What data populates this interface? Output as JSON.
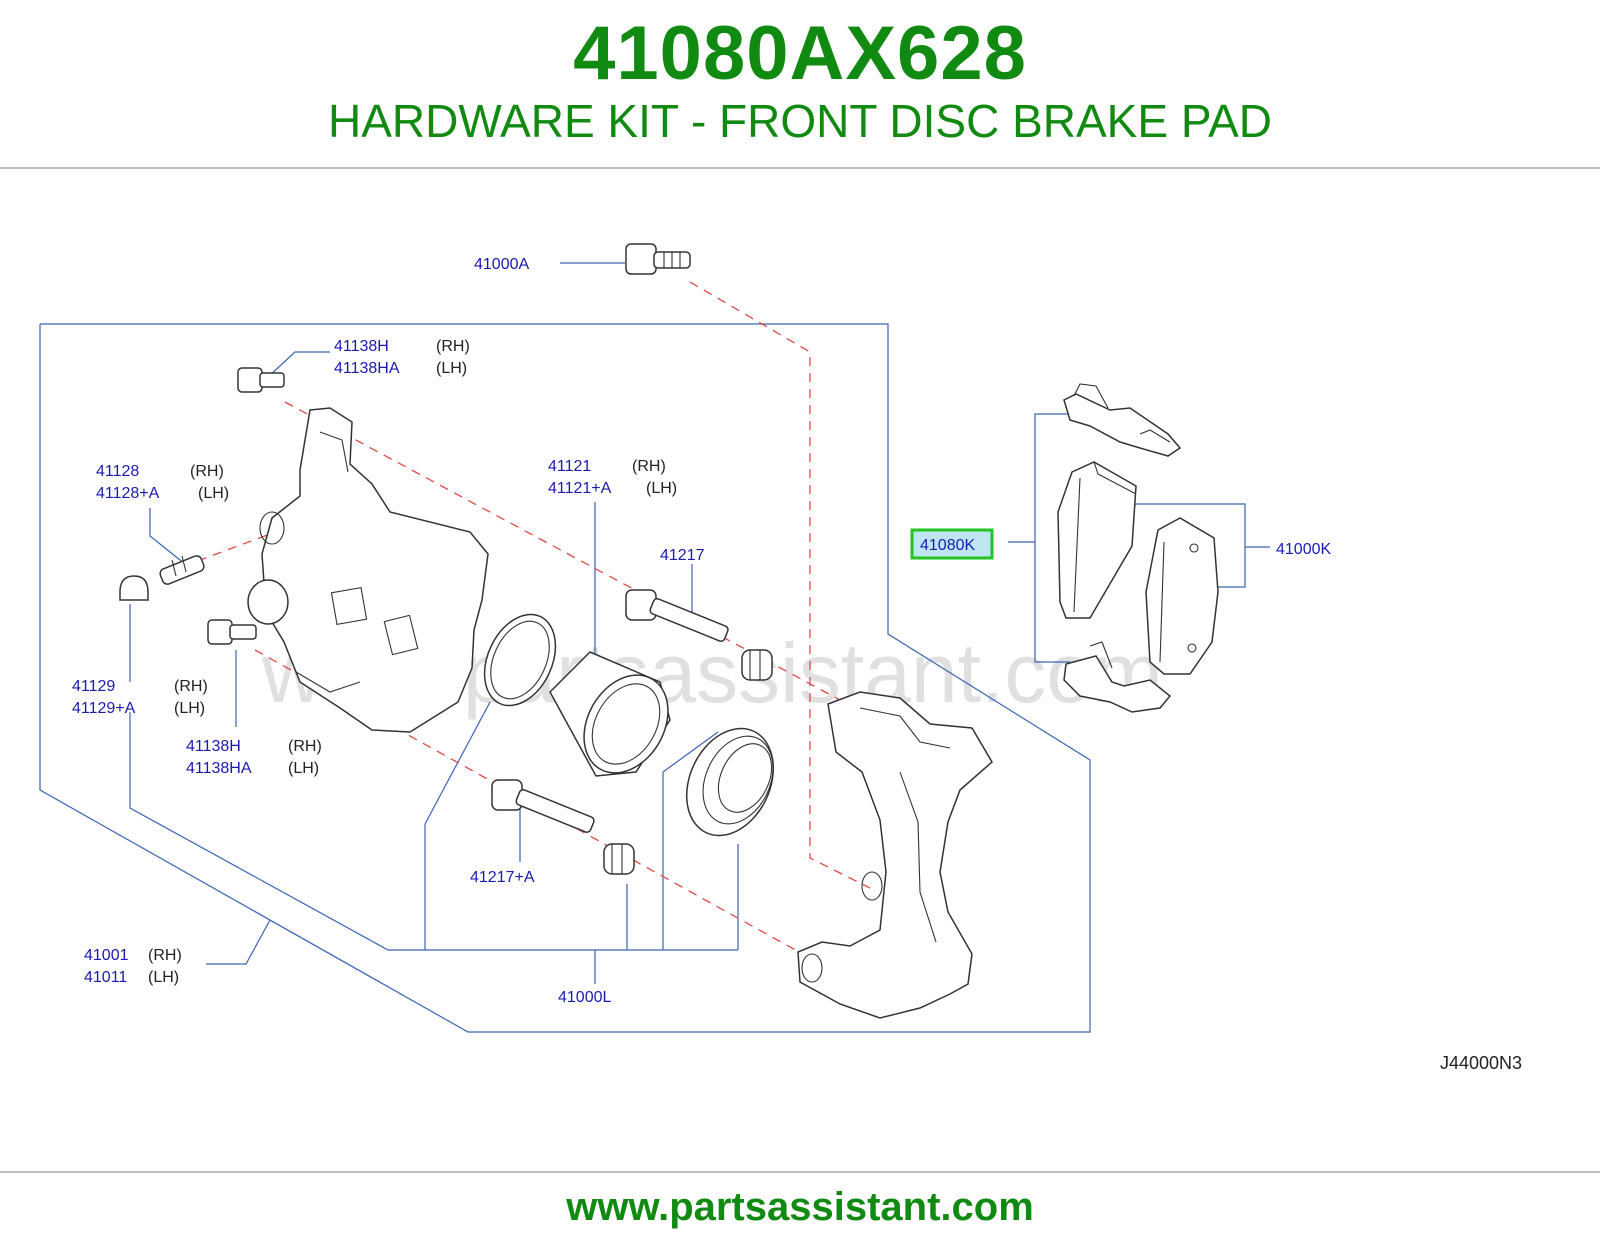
{
  "header": {
    "part_number": "41080AX628",
    "description": "HARDWARE KIT - FRONT DISC BRAKE PAD"
  },
  "diagram": {
    "watermark": "www.partsassistant.com",
    "ref_code": "J44000N3",
    "highlight": "41080K",
    "colors": {
      "brand": "#118a11",
      "callout": "#1a1ab0",
      "leader": "#3b63b5",
      "dashed": "#e04848",
      "highlight_fill": "#bde6f2",
      "highlight_border": "#22c322"
    },
    "labels": {
      "l41000A": "41000A",
      "l41138H_top": "41138H",
      "l41138H_top_side": "(RH)",
      "l41138HA_top": "41138HA",
      "l41138HA_top_side": "(LH)",
      "l41128": "41128",
      "l41128_side": "(RH)",
      "l41128A": "41128+A",
      "l41128A_side": "(LH)",
      "l41121": "41121",
      "l41121_side": "(RH)",
      "l41121A": "41121+A",
      "l41121A_side": "(LH)",
      "l41217": "41217",
      "l41080K": "41080K",
      "l41000K": "41000K",
      "l41129": "41129",
      "l41129_side": "(RH)",
      "l41129A": "41129+A",
      "l41129A_side": "(LH)",
      "l41138H_bot": "41138H",
      "l41138H_bot_side": "(RH)",
      "l41138HA_bot": "41138HA",
      "l41138HA_bot_side": "(LH)",
      "l41217A": "41217+A",
      "l41001": "41001",
      "l41001_side": "(RH)",
      "l41011": "41011",
      "l41011_side": "(LH)",
      "l41000L": "41000L"
    }
  },
  "footer": {
    "url": "www.partsassistant.com"
  }
}
